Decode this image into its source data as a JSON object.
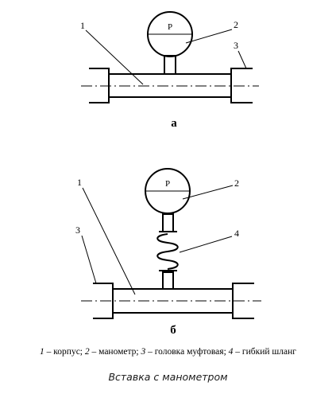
{
  "figure_a": {
    "gauge_symbol": "P",
    "labels": {
      "body": "1",
      "gauge": "2",
      "coupling_head": "3"
    },
    "sublabel": "а"
  },
  "figure_b": {
    "gauge_symbol": "P",
    "labels": {
      "body": "1",
      "gauge": "2",
      "coupling_head": "3",
      "hose": "4"
    },
    "sublabel": "б"
  },
  "legend": {
    "items": [
      {
        "num": "1",
        "text": " – корпус; "
      },
      {
        "num": "2",
        "text": " – манометр; "
      },
      {
        "num": "3",
        "text": " – головка муфтовая; "
      },
      {
        "num": "4",
        "text": " – гибкий шланг"
      }
    ]
  },
  "caption": "Вставка с манометром"
}
